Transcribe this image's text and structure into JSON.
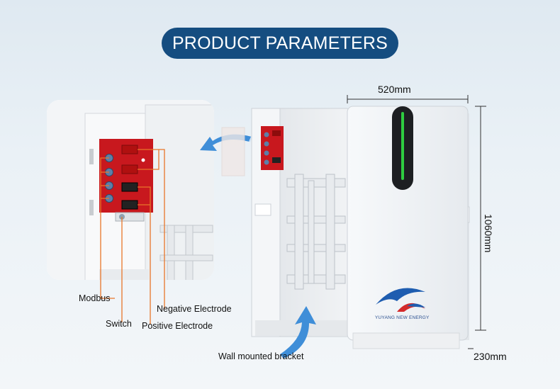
{
  "header": {
    "title": "PRODUCT PARAMETERS"
  },
  "dimensions": {
    "width": "520mm",
    "height": "1060mm",
    "depth": "230mm"
  },
  "callouts": {
    "modbus": "Modbus",
    "switch": "Switch",
    "negative": "Negative Electrode",
    "positive": "Positive Electrode",
    "bracket": "Wall mounted bracket"
  },
  "logo": {
    "text": "YUYANG NEW ENERGY"
  },
  "colors": {
    "title_bg": "#154d80",
    "leader_lines": "#e8762a",
    "panel_red": "#c8181e",
    "led_green": "#2ecc40",
    "arrow_blue": "#3f8ed8"
  },
  "icons": [
    "arrow-left-icon",
    "arrow-up-icon"
  ]
}
